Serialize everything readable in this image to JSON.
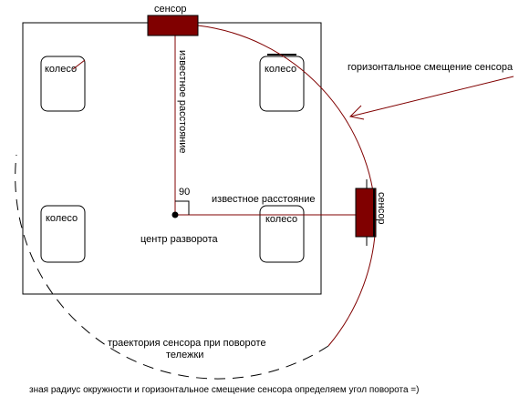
{
  "colors": {
    "sensor_fill": "#800000",
    "trajectory": "#800000",
    "outline": "#000000",
    "background": "#ffffff"
  },
  "labels": {
    "sensor_top": "сенсор",
    "sensor_right": "сенсор",
    "wheel": "колесо",
    "known_distance": "известное расстояние",
    "angle": "90",
    "pivot_center": "центр разворота",
    "horizontal_offset": "горизонтальное смещение сенсора",
    "trajectory_line1": "траектория сенсора при повороте",
    "trajectory_line2": "тележки",
    "conclusion": "зная радиус окружности и горизонтальное смещение сенсора определяем угол поворота =)"
  }
}
